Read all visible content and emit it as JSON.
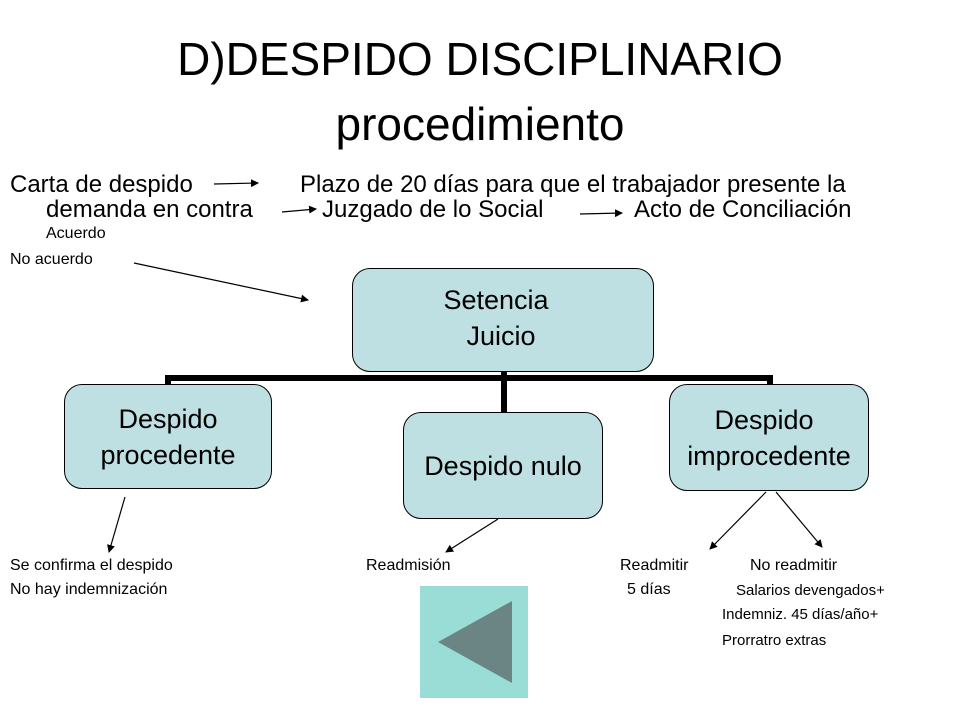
{
  "title": {
    "line1": "D)DESPIDO DISCIPLINARIO",
    "line2": "procedimiento"
  },
  "procedure": {
    "carta": "Carta de despido",
    "plazo": "Plazo de 20 días para que el trabajador presente la",
    "demanda": "demanda en contra",
    "juzgado": "Juzgado de lo Social",
    "acto": "Acto de Conciliación",
    "acuerdo": "Acuerdo",
    "no_acuerdo": "No acuerdo"
  },
  "tree": {
    "root": {
      "line1": "Setencia",
      "line2": "Juicio"
    },
    "procedente": {
      "line1": "Despido",
      "line2": "procedente"
    },
    "nulo": {
      "line1": "Despido nulo"
    },
    "improcedente": {
      "line1": "Despido",
      "line2": "improcedente"
    }
  },
  "outcomes": {
    "procedente_1": "Se confirma el despido",
    "procedente_2": "No hay indemnización",
    "nulo": "Readmisión",
    "readmitir": "Readmitir",
    "readmitir_plazo": "5 días",
    "no_readmitir": "No readmitir",
    "salarios": "Salarios devengados+",
    "indemniz": "Indemniz. 45 días/año+",
    "prorrata": "Prorratro extras"
  },
  "colors": {
    "box_fill": "#bfe0e3",
    "button_bg": "#99ddd6",
    "button_arrow": "#6b8585"
  },
  "icons": {
    "back_button": "triangle-left-icon"
  }
}
